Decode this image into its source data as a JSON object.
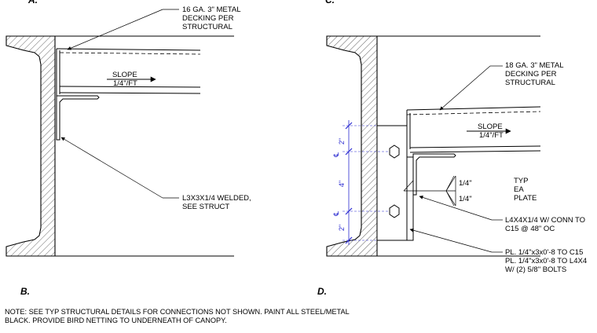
{
  "panels": {
    "top_left_cut": "A.",
    "top_right_cut": "C.",
    "label_b": "B.",
    "label_d": "D."
  },
  "detail_b": {
    "decking_line1": "16 GA. 3\" METAL",
    "decking_line2": "DECKING PER",
    "decking_line3": "STRUCTURAL",
    "slope_word": "SLOPE",
    "slope_value": "1/4\"/FT",
    "angle_line1": "L3X3X1/4 WELDED,",
    "angle_line2": "SEE STRUCT"
  },
  "detail_d": {
    "decking_line1": "18 GA. 3\" METAL",
    "decking_line2": "DECKING PER",
    "decking_line3": "STRUCTURAL",
    "slope_word": "SLOPE",
    "slope_value": "1/4\"/FT",
    "weld_size_1": "1/4\"",
    "weld_size_2": "1/4\"",
    "weld_note_1": "TYP",
    "weld_note_2": "EA",
    "weld_note_3": "PLATE",
    "angle_line1": "L4X4X1/4 W/ CONN TO",
    "angle_line2": "C15 @ 48\" OC",
    "plate_line1": "PL. 1/4\"x3x0'-8 TO C15",
    "plate_line2": "PL. 1/4\"x3x0'-8 TO L4X4",
    "plate_line3": "W/ (2) 5/8\" BOLTS",
    "dim_top": "2\"",
    "dim_mid": "4\"",
    "dim_bot": "2\"",
    "centerline_1": "℄",
    "centerline_2": "℄"
  },
  "note": "NOTE:  SEE TYP STRUCTURAL DETAILS FOR CONNECTIONS NOT SHOWN. PAINT ALL STEEL/METAL BLACK. PROVIDE BIRD NETTING TO UNDERNEATH OF CANOPY."
}
